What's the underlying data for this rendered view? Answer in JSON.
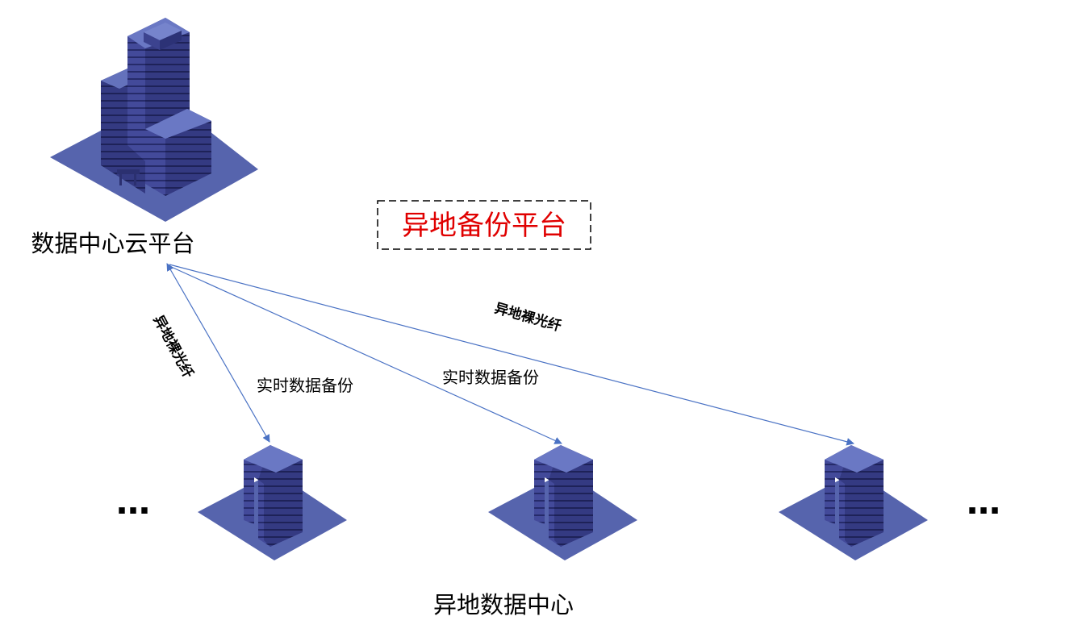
{
  "title": "异地备份平台",
  "cloud_label": "数据中心云平台",
  "remote_label": "异地数据中心",
  "link_labels": {
    "fiber_left": "异地裸光纤",
    "fiber_right": "异地裸光纤",
    "backup_1": "实时数据备份",
    "backup_2": "实时数据备份"
  },
  "ellipsis_left": "…",
  "ellipsis_right": "…",
  "colors": {
    "building_dark": "#2b3070",
    "building_mid": "#3e4594",
    "building_light": "#5d6bb0",
    "platform": "#5664ad",
    "arrow": "#4a72c4",
    "title_red": "#e00000"
  }
}
